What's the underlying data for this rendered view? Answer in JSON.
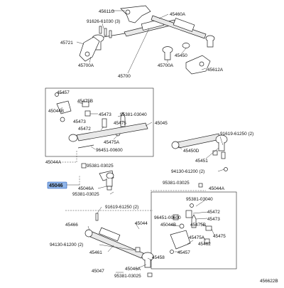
{
  "figure_code": "456622B",
  "highlighted_part": "45046",
  "labels": {
    "l45611G": "45611G",
    "l45460A": "45460A",
    "l91626": "91626-61030 (3)",
    "l45721": "45721",
    "l45450": "45450",
    "l45700A_left": "45700A",
    "l45700A_right": "45700A",
    "l45700": "45700",
    "l45612A": "45612A",
    "l45457_a": "45457",
    "l45475B_a": "45475B",
    "l45044B_a": "45044B",
    "l45473_a": "45473",
    "l95381_03040_a": "95381-03040",
    "l45472_a": "45472",
    "l45475_a": "45475",
    "l45045": "45045",
    "l45475A_a": "45475A",
    "l96451_a": "96451-00600",
    "l45450D": "45450D",
    "l91619_a": "91619-61250 (2)",
    "l45451": "45451",
    "l45044A_left": "45044A",
    "l95381_03025_a": "95381-03025",
    "l94130_a": "94130-61200 (2)",
    "l45046": "45046",
    "l45046A_a": "45046A",
    "l95381_03025_b": "95381-03025",
    "l95381_03025_c": "95381-03025",
    "l45044A_right": "45044A",
    "l95381_03040_b": "95381-03040",
    "l91619_b": "91619-61250 (2)",
    "l45472_b": "45472",
    "l96451_b": "96451-00600",
    "l45473_b": "45473",
    "l45466": "45466",
    "l45044": "45044",
    "l45475B_b": "45475B",
    "l45044B_b": "45044B",
    "l45475_b": "45475",
    "l45475A_b": "45475A",
    "l45462": "45462",
    "l94130_b": "94130-61200 (2)",
    "l45457_b": "45457",
    "l45458": "45458",
    "l45461": "45461",
    "l45046A_b": "45046A",
    "l45047": "45047",
    "l95381_03025_d": "95381-03025"
  }
}
